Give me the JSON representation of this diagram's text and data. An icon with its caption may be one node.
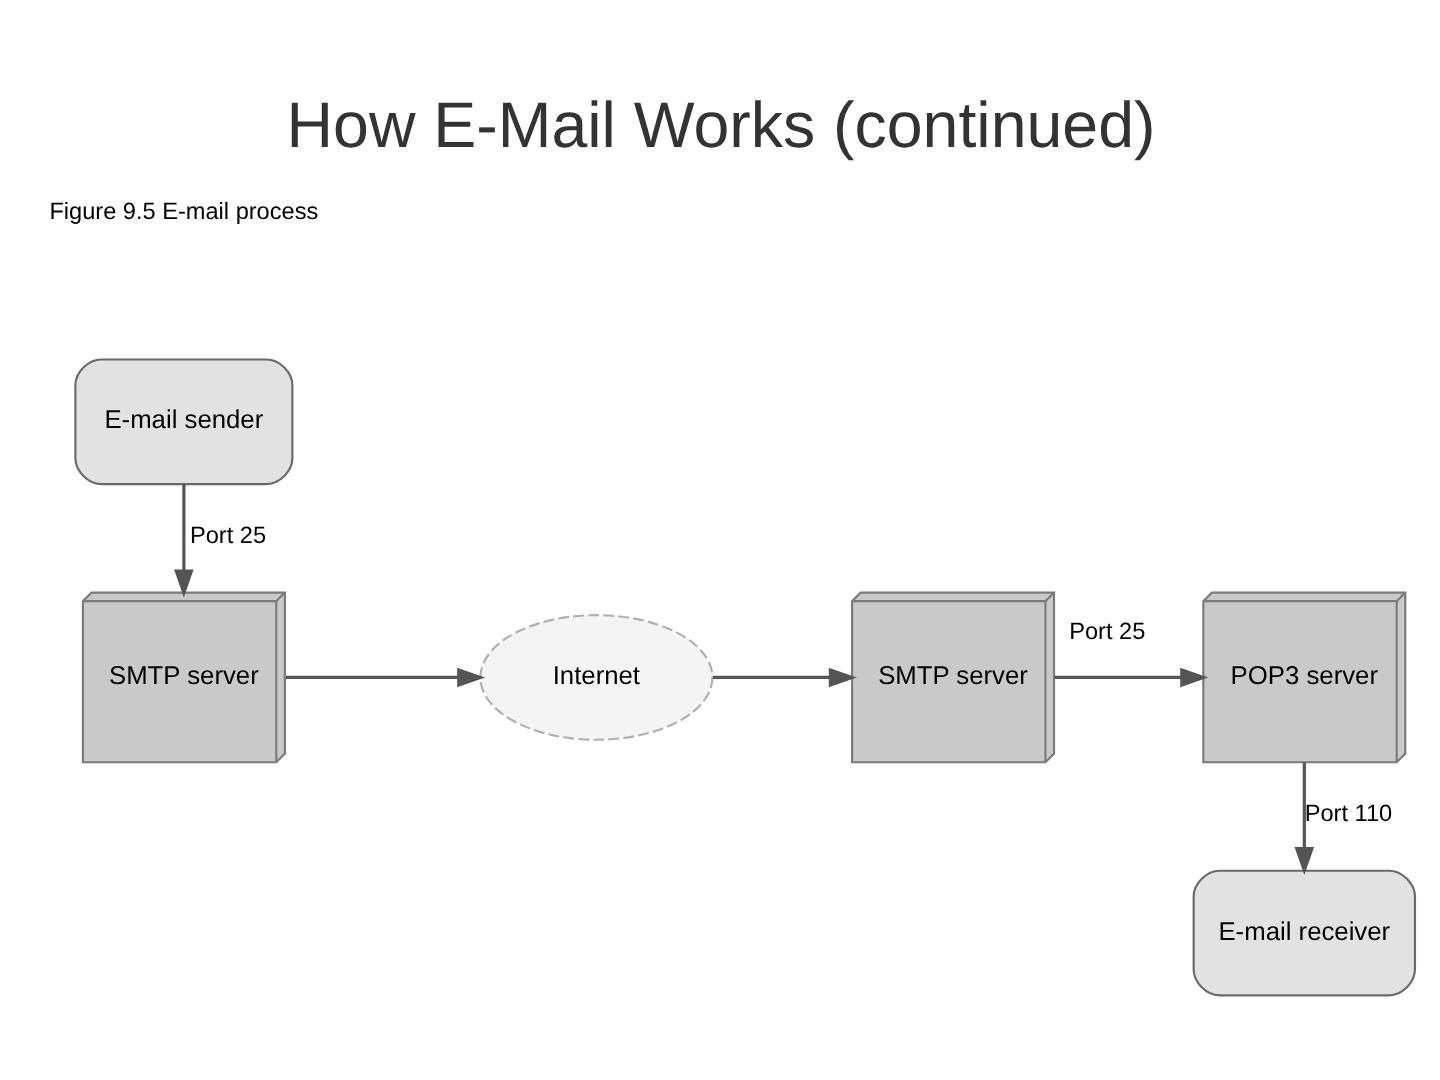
{
  "diagram": {
    "title": "How E-Mail Works (continued)",
    "nodes": [
      {
        "text": [
          "SMTP server"
        ]
      },
      {
        "text": [
          "Internet"
        ]
      },
      {
        "text": [
          "SMTP server"
        ]
      },
      {
        "text": [
          "POP3 server"
        ]
      },
      {
        "text": [
          "E-mail sender"
        ]
      },
      {
        "text": [
          "E-mail receiver"
        ]
      }
    ],
    "edges": [
      {
        "from": 4,
        "to": 0,
        "arrow": "to",
        "label": "Port 25"
      },
      {
        "from": 0,
        "to": 1,
        "arrow": "to"
      },
      {
        "from": 1,
        "to": 2,
        "arrow": "to"
      },
      {
        "from": 2,
        "to": 3,
        "arrow": "to",
        "label": "Port 25"
      },
      {
        "from": 3,
        "to": 5,
        "arrow": "to",
        "label": "Port 110"
      }
    ],
    "labels": [
      "Figure 9.5 E-mail process"
    ]
  }
}
